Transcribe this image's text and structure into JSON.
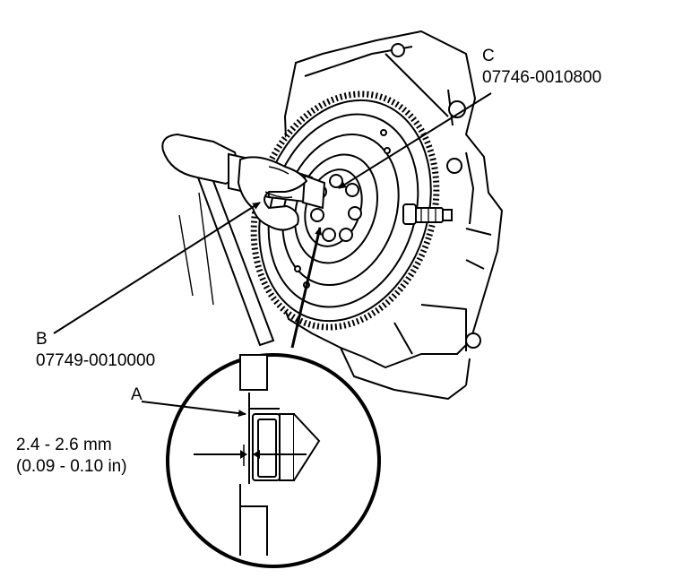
{
  "callouts": {
    "c": {
      "letter": "C",
      "part_number": "07746-0010800"
    },
    "b": {
      "letter": "B",
      "part_number": "07749-0010000"
    },
    "a": {
      "letter": "A"
    }
  },
  "dimension": {
    "metric": "2.4 - 2.6 mm",
    "imperial": "(0.09 - 0.10 in)"
  },
  "colors": {
    "ink": "#000000",
    "paper": "#ffffff"
  }
}
